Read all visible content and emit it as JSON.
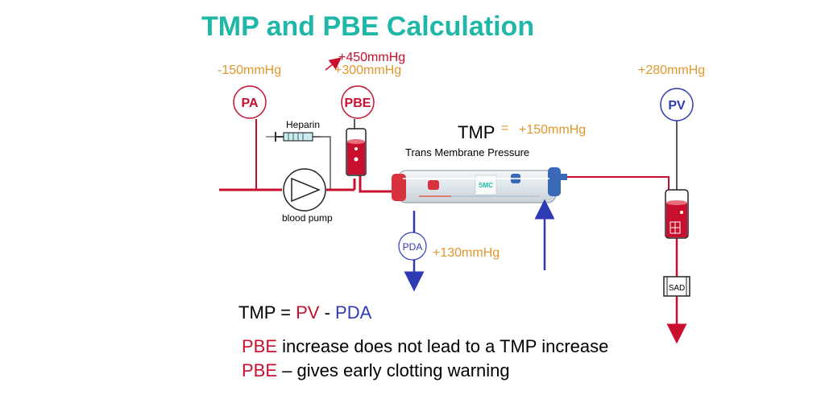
{
  "title": "TMP and PBE Calculation",
  "pressures": {
    "pa": "-150mmHg",
    "pbe_high": "+450mmHg",
    "pbe": "+300mmHg",
    "pv": "+280mmHg",
    "tmp": "+150mmHg",
    "pda": "+130mmHg"
  },
  "labels": {
    "pa": "PA",
    "pbe": "PBE",
    "pv": "PV",
    "pda": "PDA",
    "heparin": "Heparin",
    "blood_pump": "blood pump",
    "tmp": "TMP",
    "tmp_equals": "=",
    "tmp_full": "Trans Membrane Pressure",
    "sad": "SAD",
    "dialyzer_brand": "SMC"
  },
  "formula": {
    "lhs": "TMP = ",
    "pv": "PV",
    "minus": " - ",
    "pda": "PDA"
  },
  "notes": [
    {
      "term": "PBE",
      "text": " increase does not lead to a TMP increase"
    },
    {
      "term": "PBE",
      "text": " – gives early clotting warning"
    }
  ],
  "colors": {
    "title": "#1fb7a8",
    "red": "#c8102e",
    "blue": "#2e3bb5",
    "orange": "#e3962c"
  }
}
